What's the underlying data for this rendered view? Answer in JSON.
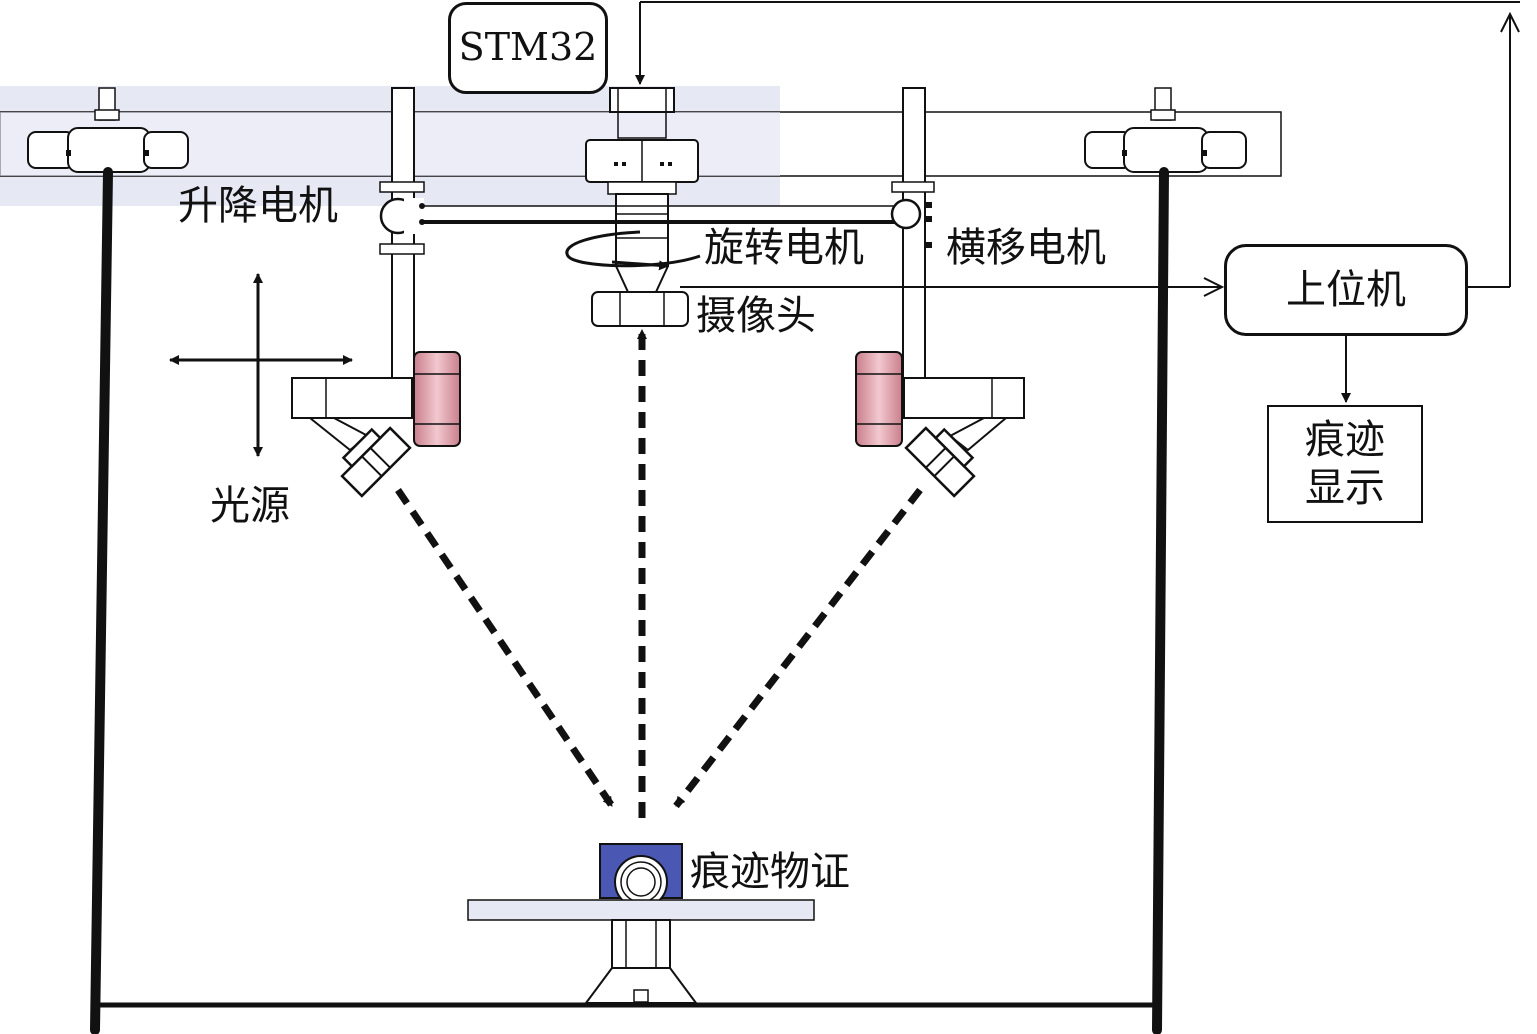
{
  "labels": {
    "stm32": "STM32",
    "lift_motor": "升降电机",
    "rotation_motor": "旋转电机",
    "traverse_motor": "横移电机",
    "camera": "摄像头",
    "light_source": "光源",
    "host_computer": "上位机",
    "trace_display_line1": "痕迹",
    "trace_display_line2": "显示",
    "trace_evidence": "痕迹物证"
  },
  "colors": {
    "line": "#111111",
    "beam_fill": "#e6e8f4",
    "light_nut": "#e8b0b8",
    "specimen": "#4a58b4"
  }
}
